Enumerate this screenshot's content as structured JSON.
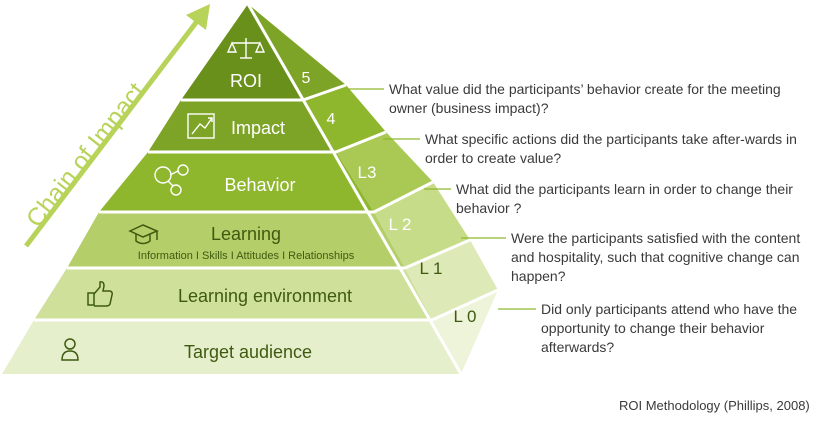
{
  "arrow_label": "Chain of Impact",
  "levels": {
    "roi": {
      "title": "ROI",
      "level": "5",
      "icon": "scales-icon",
      "question": "What value did the participants’ behavior create for the meeting owner (business impact)?"
    },
    "impact": {
      "title": "Impact",
      "level": "4",
      "icon": "growth-chart-icon",
      "question": "What specific actions did the participants take after-wards in order to create value?"
    },
    "behavior": {
      "title": "Behavior",
      "level": "L3",
      "icon": "people-network-icon",
      "question": "What did the participants learn in order to change their behavior ?"
    },
    "learning": {
      "title": "Learning",
      "subtitle": "Information I Skills I Attitudes I Relationships",
      "level": "L 2",
      "icon": "graduation-cap-icon",
      "question": "Were the participants satisfied with the content and hospitality, such that cognitive change can happen?"
    },
    "environment": {
      "title": "Learning environment",
      "level": "L 1",
      "icon": "thumbs-up-icon",
      "question": ""
    },
    "audience": {
      "title": "Target audience",
      "level": "L 0",
      "icon": "person-badge-icon",
      "question": "Did only participants attend who have the opportunity to change their behavior afterwards?"
    }
  },
  "source_credit": "ROI Methodology (Phillips, 2008)",
  "colors": {
    "roi": "#6a901c",
    "impact": "#7ea427",
    "behavior": "#8fb72e",
    "learning": "#b4cf69",
    "environment": "#cfe09b",
    "audience": "#e6efcb",
    "arrow": "#b8d35a",
    "connector": "#8fb72e"
  }
}
